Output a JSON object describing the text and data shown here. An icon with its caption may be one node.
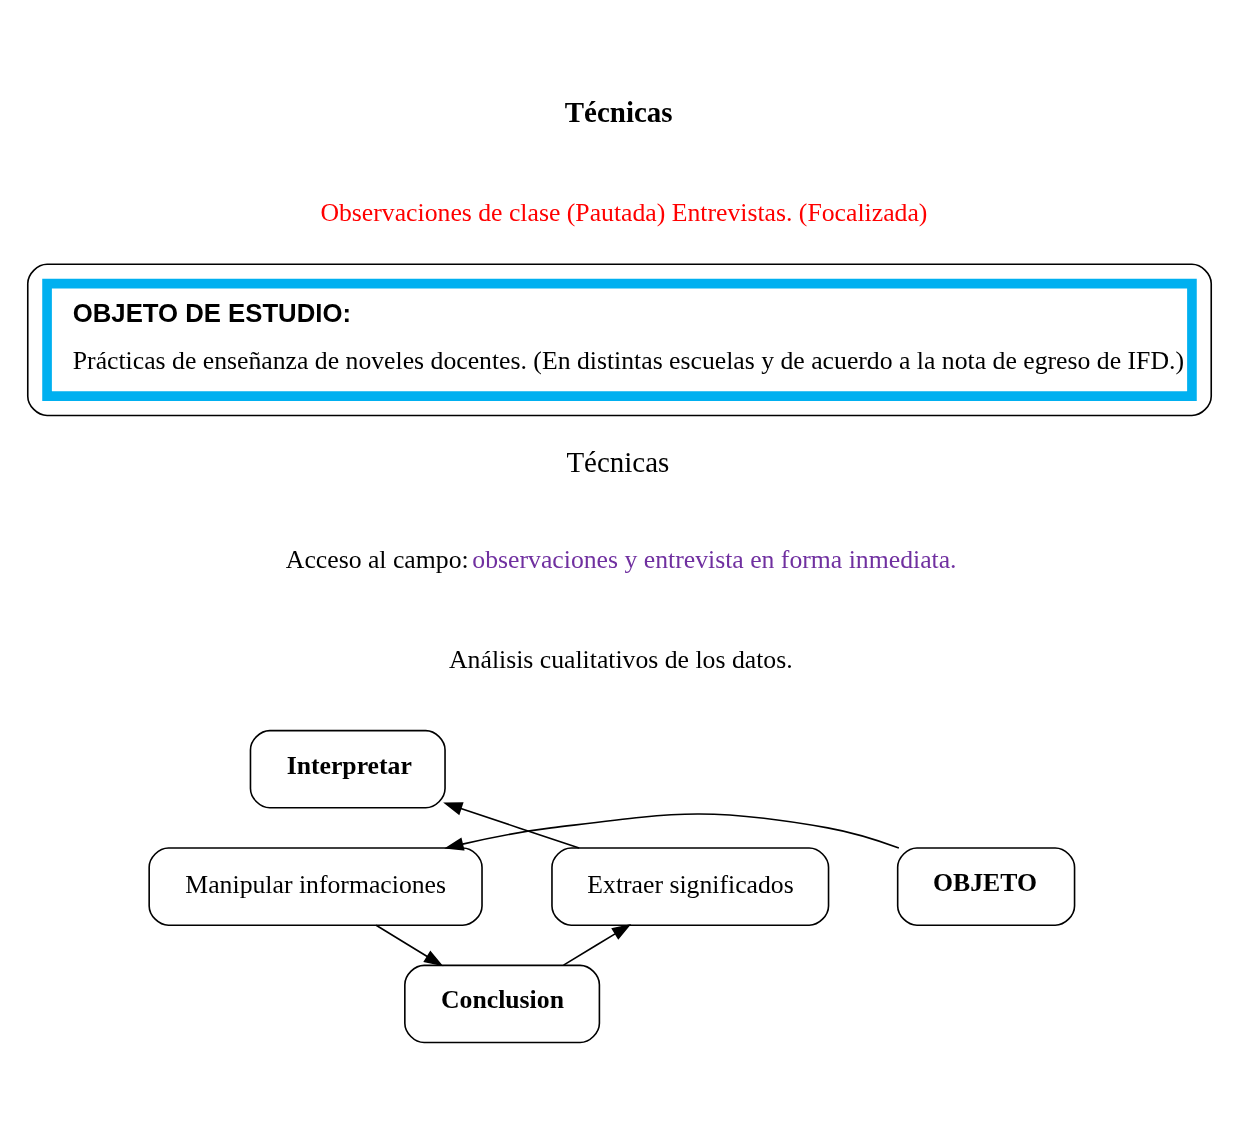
{
  "diagram": {
    "nodes": [
      {
        "text": [],
        "shape": "box"
      },
      {
        "text": [
          "OBJETO DE ESTUDIO:",
          "Prácticas de enseñanza de noveles docentes. (En distintas escuelas y de acuerdo a la nota de egreso de IFD.)"
        ],
        "in": 0
      },
      {
        "text": [
          "Interpretar"
        ]
      },
      {
        "text": [
          "Manipular informaciones"
        ]
      },
      {
        "text": [
          "OBJETO"
        ]
      },
      {
        "text": [
          "Conclusion"
        ]
      },
      {
        "text": [
          "Extraer significados"
        ]
      }
    ],
    "edges": [
      {
        "from": 4,
        "to": 3,
        "arrow": "to"
      },
      {
        "from": 3,
        "to": 5,
        "arrow": "to"
      },
      {
        "from": 5,
        "to": 6,
        "arrow": "to"
      },
      {
        "from": 6,
        "to": 2,
        "arrow": "to"
      }
    ],
    "labels": [
      "Técnicas",
      "Observaciones de clase (Pautada) Entrevistas. (Focalizada)",
      "Técnicas",
      "Acceso al campo:",
      "observaciones y entrevista en forma inmediata.",
      "Análisis cualitativos de los datos."
    ]
  }
}
